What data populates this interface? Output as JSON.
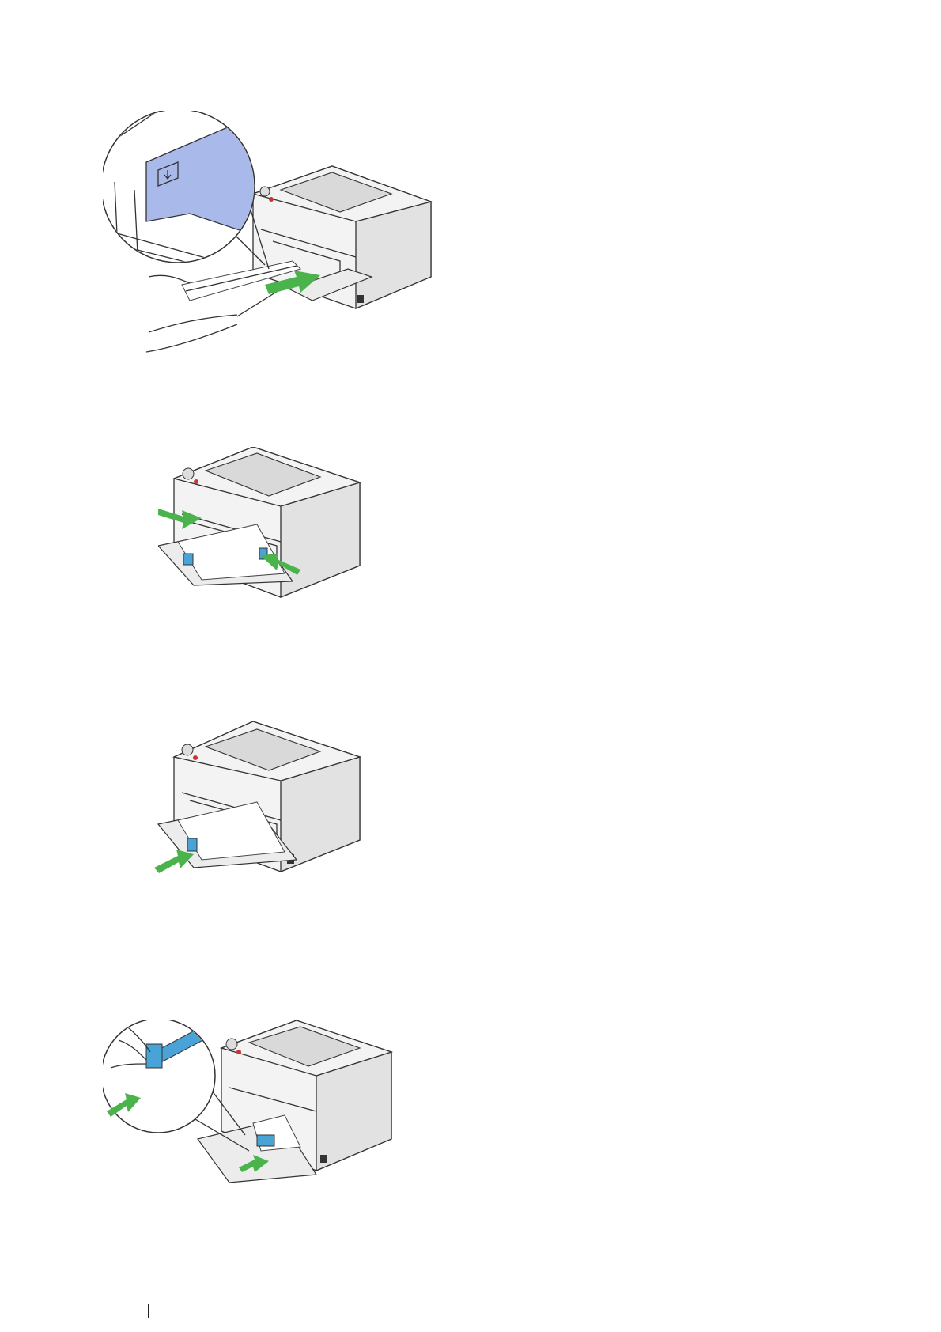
{
  "page": {
    "number": ""
  },
  "colors": {
    "arrow": "#4bb34b",
    "guide": "#4aa3d6",
    "highlight": "#a9b9ea"
  },
  "figures": [
    {
      "name": "load-paper-stack"
    },
    {
      "name": "adjust-width-guides"
    },
    {
      "name": "slide-length-guide"
    },
    {
      "name": "extend-tray-guide"
    }
  ]
}
